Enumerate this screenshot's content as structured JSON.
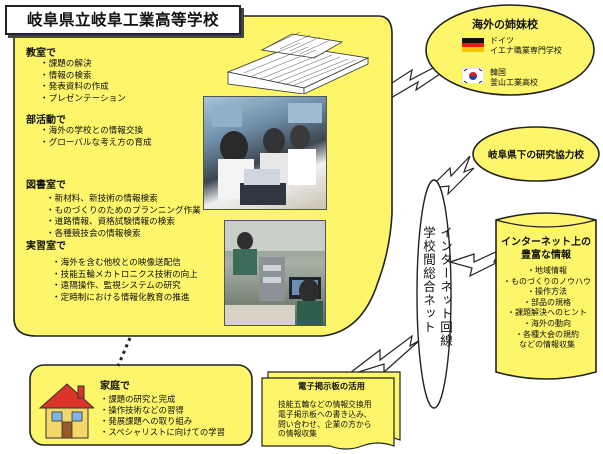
{
  "title": "岐阜県立岐阜工業高等学校",
  "school": {
    "classroom": {
      "heading": "教室で",
      "items": [
        "課題の解決",
        "情報の検索",
        "発表資料の作成",
        "プレゼンテーション"
      ]
    },
    "club": {
      "heading": "部活動で",
      "items": [
        "海外の学校との情報交換",
        "グローバルな考え方の育成"
      ]
    },
    "library": {
      "heading": "図書室で",
      "items": [
        "新材料、新技術の情報検索",
        "ものづくりのためのプランニング作業",
        "道路情報、資格試験情報の検索",
        "各種競技会の情報検索"
      ]
    },
    "lab": {
      "heading": "実習室で",
      "items": [
        "海外を含む他校との映像送配信",
        "技能五輪メカトロニクス技術の向上",
        "遠隔操作、監視システムの研究",
        "定時制における情報化教育の推進"
      ]
    }
  },
  "sister_schools": {
    "heading": "海外の姉妹校",
    "germany": {
      "country": "ドイツ",
      "school": "イエナ職業専門学校"
    },
    "korea": {
      "country": "韓国",
      "school": "釜山工業高校"
    }
  },
  "research": {
    "label": "岐阜県下の研究協力校"
  },
  "internet_info": {
    "heading": "インターネット上の\n豊富な情報",
    "items": [
      "地域情報",
      "ものづくりのノウハウ",
      "操作方法",
      "部品の規格",
      "課題解決へのヒント",
      "海外の動向",
      "各種大会の規約\nなどの情報収集"
    ]
  },
  "network": {
    "label": "インターネット回線\n学校間総合ネット"
  },
  "home": {
    "heading": "家庭で",
    "items": [
      "課題の研究と完成",
      "操作技術などの習得",
      "発展課題への取り組み",
      "スペシャリストに向けての学習"
    ]
  },
  "bbs": {
    "heading": "電子掲示板の活用",
    "lines": [
      "技能五輪などの情報交換用",
      "電子掲示板への書き込み、",
      "問い合わせ、企業の方から",
      "の情報収集"
    ]
  },
  "colors": {
    "panel_yellow": "#fdf56a",
    "house_roof": "#d9352a",
    "house_wall": "#f4d76b"
  }
}
